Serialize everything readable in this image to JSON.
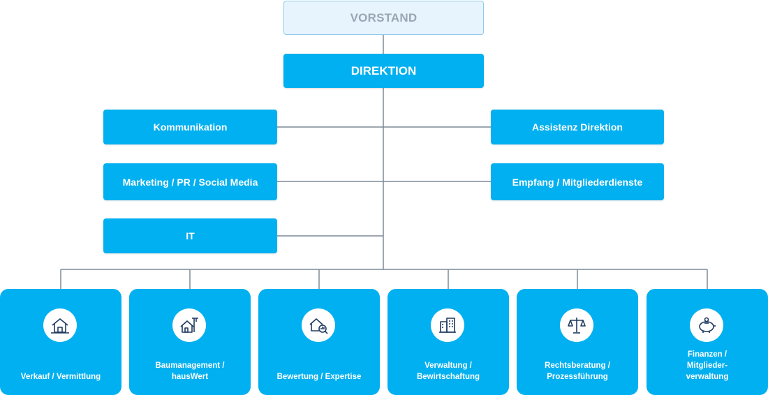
{
  "board": {
    "label": "VORSTAND"
  },
  "management": {
    "label": "DIREKTION"
  },
  "staff_units": {
    "left": [
      "Kommunikation",
      "Marketing / PR / Social Media",
      "IT"
    ],
    "right": [
      "Assistenz Direktion",
      "Empfang / Mitgliederdienste"
    ]
  },
  "departments": [
    {
      "label": "Verkauf / Vermittlung",
      "icon": "house-sale-icon"
    },
    {
      "label": "Baumanagement /\nhausWert",
      "icon": "construction-house-icon"
    },
    {
      "label": "Bewertung / Expertise",
      "icon": "house-valuation-icon"
    },
    {
      "label": "Verwaltung /\nBewirtschaftung",
      "icon": "apartment-building-icon"
    },
    {
      "label": "Rechtsberatung /\nProzessführung",
      "icon": "scales-icon"
    },
    {
      "label": "Finanzen /\nMitglieder-\nverwaltung",
      "icon": "piggy-bank-icon"
    }
  ],
  "colors": {
    "primary": "#00b0f0",
    "board_fill": "#e7f4fd",
    "board_text": "#9aa6b2",
    "line": "#7d8a96"
  }
}
